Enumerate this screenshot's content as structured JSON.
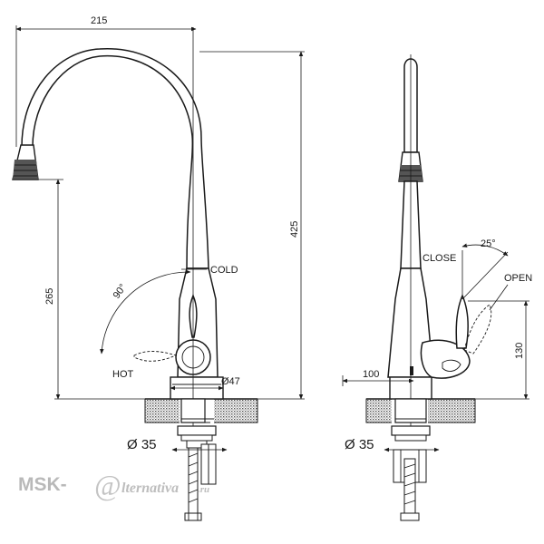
{
  "front_view": {
    "dim_width": "215",
    "dim_height_total": "425",
    "dim_height_spout": "265",
    "dim_base": "Ø47",
    "dim_thread": "Ø 35",
    "label_cold": "COLD",
    "label_hot": "HOT",
    "label_rotation": "90°"
  },
  "side_view": {
    "label_close": "CLOSE",
    "label_open": "OPEN",
    "label_angle": "25°",
    "dim_depth": "100",
    "dim_handle_height": "130",
    "dim_thread": "Ø 35"
  },
  "watermark": {
    "prefix": "MSK-",
    "at": "@",
    "suffix": "lternativa",
    "domain": ".ru"
  }
}
